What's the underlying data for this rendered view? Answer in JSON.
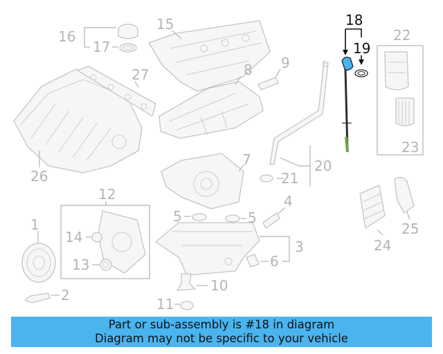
{
  "diagram": {
    "callouts": [
      "1",
      "2",
      "3",
      "4",
      "5",
      "5",
      "6",
      "7",
      "8",
      "9",
      "10",
      "11",
      "12",
      "13",
      "14",
      "15",
      "16",
      "17",
      "18",
      "19",
      "20",
      "21",
      "22",
      "23",
      "24",
      "25",
      "26",
      "27"
    ],
    "highlighted_callout": "18",
    "highlight_color": "#4ab4ee",
    "dipstick_tube_color": "#6fa24a"
  },
  "banner": {
    "line1": "Part or sub-assembly is #18 in diagram",
    "line2": "Diagram may not be specific to your vehicle",
    "background": "#4ab4ee"
  }
}
